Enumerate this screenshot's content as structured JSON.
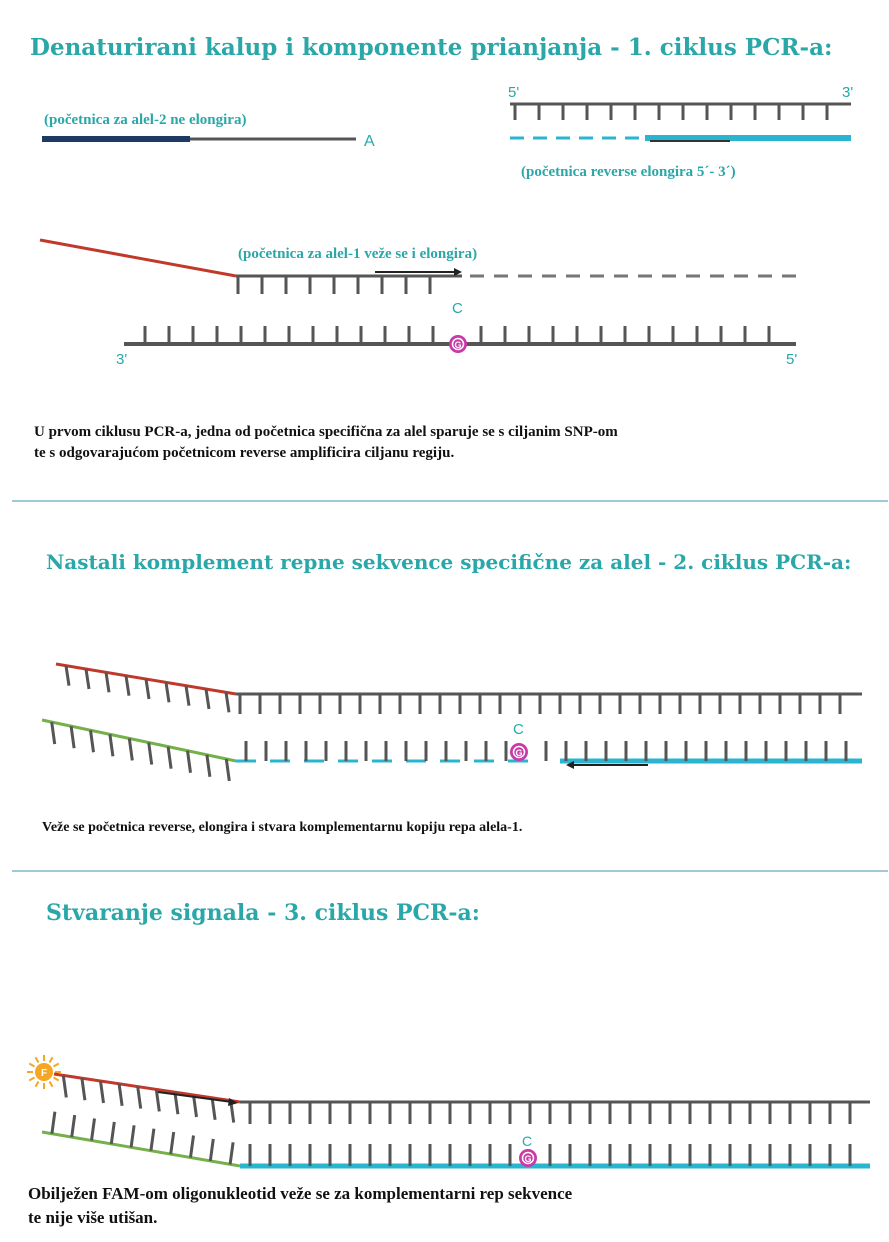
{
  "colors": {
    "heading": "#2aa7a8",
    "strand": "#555555",
    "navy": "#1d3a63",
    "cyan": "#29b4cf",
    "red": "#c0392b",
    "green": "#76b04a",
    "magenta": "#c93aa8",
    "orange": "#f5a623",
    "black": "#111111"
  },
  "section1": {
    "heading": "Denaturirani kalup i komponente prianjanja - 1. ciklus PCR-a:",
    "allele2_note": "(početnica za alel-2 ne elongira)",
    "allele2_end": "A",
    "strand_5": "5'",
    "strand_3": "3'",
    "reverse_note": "(početnica reverse elongira 5´- 3´)",
    "allele1_note": "(početnica za alel-1 veže se i elongira)",
    "base_c": "C",
    "base_g": "G",
    "template_3": "3'",
    "template_5": "5'",
    "caption_line1": "U prvom ciklusu PCR-a, jedna od početnica specifična za alel sparuje se s ciljanim SNP-om",
    "caption_line2": "te s odgovarajućom početnicom reverse amplificira ciljanu regiju."
  },
  "section2": {
    "heading": "Nastali komplement repne sekvence specifične za alel - 2. ciklus PCR-a:",
    "base_c": "C",
    "base_g": "G",
    "caption": "Veže se početnica reverse, elongira i stvara komplementarnu kopiju repa alela-1."
  },
  "section3": {
    "heading": "Stvaranje signala - 3. ciklus PCR-a:",
    "fluor_label": "F",
    "base_c": "C",
    "base_g": "G",
    "caption_line1": "Obilježen FAM-om oligonukleotid veže se za komplementarni rep sekvence",
    "caption_line2": "te nije više utišan."
  }
}
